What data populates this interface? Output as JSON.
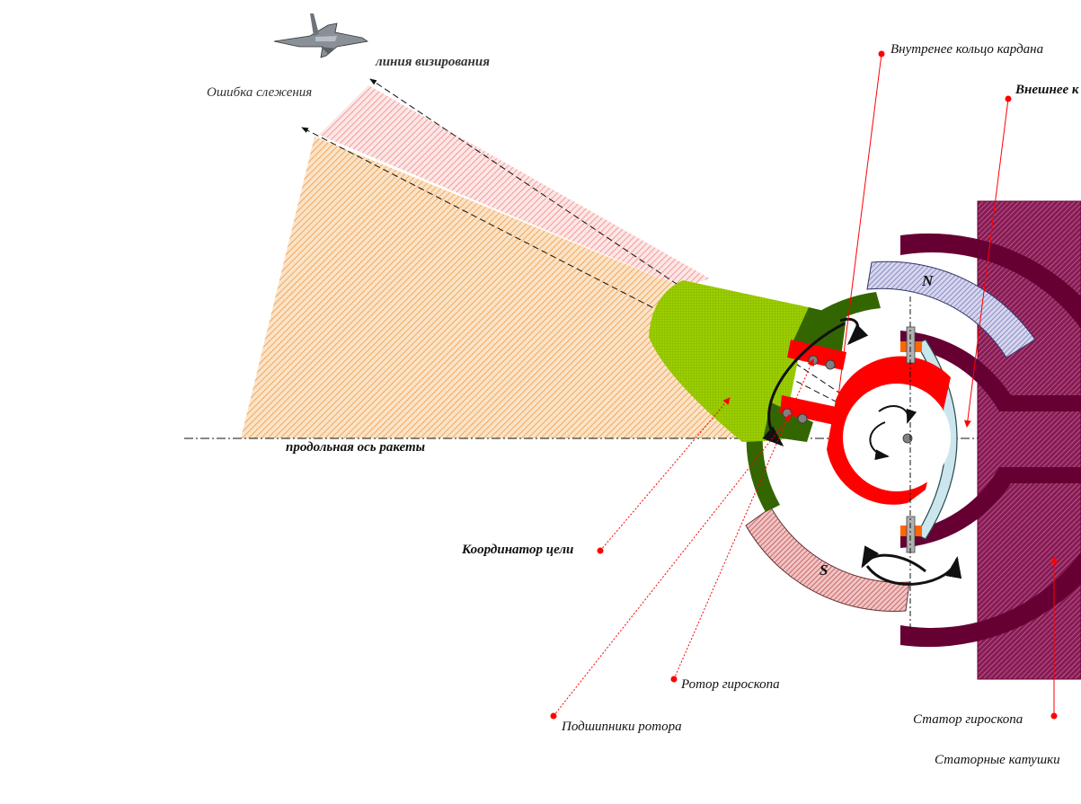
{
  "labels": {
    "line_of_sight": "линия визирования",
    "tracking_error": "Ошибка слежения",
    "inner_gimbal_ring": "Внутренее кольцо кардана",
    "outer_ring": "Внешнее к",
    "missile_axis": "продольная ось ракеты",
    "target_seeker": "Координатор цели",
    "gyro_rotor": "Ротор гироскопа",
    "rotor_bearings": "Подшипники ротора",
    "gyro_stator": "Статор гироскопа",
    "stator_coils": "Статорные катушки",
    "pole_n": "N",
    "pole_s": "S"
  },
  "colors": {
    "seeker_green": "#99cc00",
    "gimbal_green": "#336600",
    "rotor_red": "#ff0000",
    "stator_purple": "#660033",
    "stator_hatch": "#993366",
    "pole_n_blue": "#9999cc",
    "pole_s_red": "#cc6666",
    "cone_orange": "#f4b56a",
    "cone_pink": "#f4a6a6",
    "leader_red": "#ff0000",
    "bushing_orange": "#ff6600",
    "bearing_gray": "#808080",
    "mirror_blue": "#cce6ee"
  },
  "icons": {
    "aircraft": "fighter-jet-icon"
  }
}
